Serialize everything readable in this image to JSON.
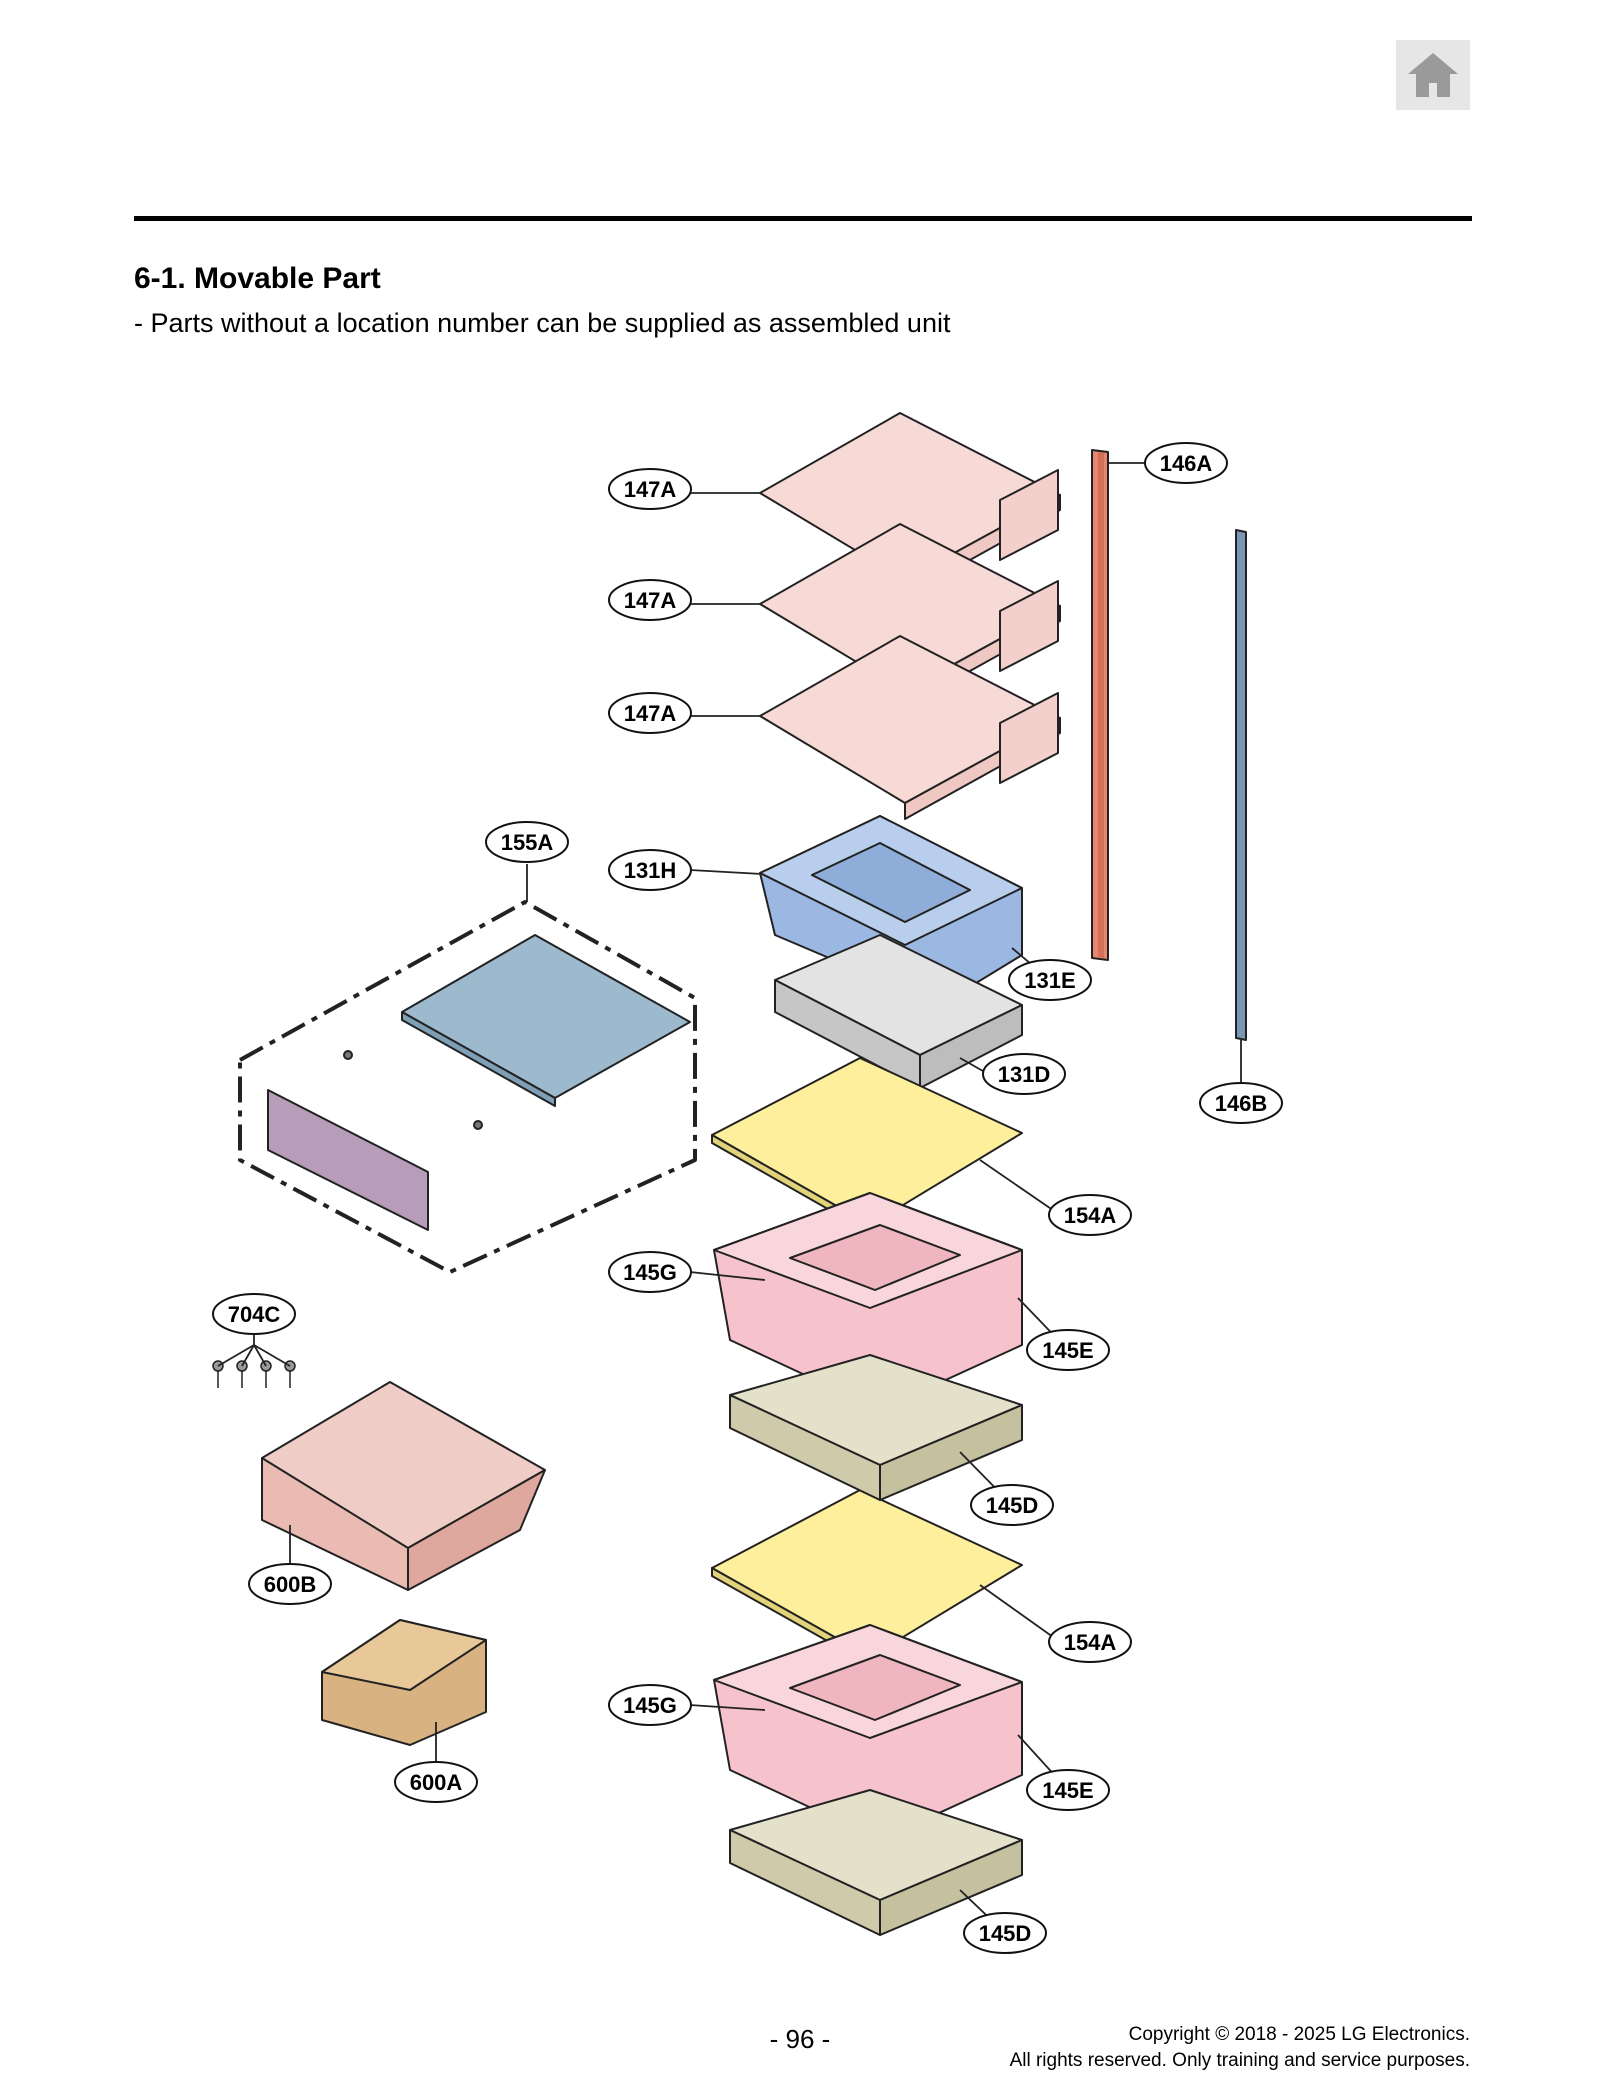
{
  "header": {
    "home_icon": "home-icon"
  },
  "section": {
    "title": "6-1. Movable Part",
    "note": "- Parts without a location number can be supplied as assembled unit"
  },
  "callouts": [
    {
      "id": "callout-147a-1",
      "label": "147A"
    },
    {
      "id": "callout-147a-2",
      "label": "147A"
    },
    {
      "id": "callout-147a-3",
      "label": "147A"
    },
    {
      "id": "callout-146a",
      "label": "146A"
    },
    {
      "id": "callout-146b",
      "label": "146B"
    },
    {
      "id": "callout-155a",
      "label": "155A"
    },
    {
      "id": "callout-131h",
      "label": "131H"
    },
    {
      "id": "callout-131e",
      "label": "131E"
    },
    {
      "id": "callout-131d",
      "label": "131D"
    },
    {
      "id": "callout-154a-1",
      "label": "154A"
    },
    {
      "id": "callout-145g-1",
      "label": "145G"
    },
    {
      "id": "callout-145e-1",
      "label": "145E"
    },
    {
      "id": "callout-145d-1",
      "label": "145D"
    },
    {
      "id": "callout-154a-2",
      "label": "154A"
    },
    {
      "id": "callout-145g-2",
      "label": "145G"
    },
    {
      "id": "callout-145e-2",
      "label": "145E"
    },
    {
      "id": "callout-145d-2",
      "label": "145D"
    },
    {
      "id": "callout-704c",
      "label": "704C"
    },
    {
      "id": "callout-600b",
      "label": "600B"
    },
    {
      "id": "callout-600a",
      "label": "600A"
    }
  ],
  "colors": {
    "shelf": "#f7d9d5",
    "rail_left": "#e8876f",
    "rail_right": "#7a98b6",
    "crisper_blue": "#9bb8e3",
    "tray_gray": "#d4d4d4",
    "cover_yellow": "#fdef9b",
    "drawer_pink": "#f6c3cc",
    "tray_khaki": "#d9d5b9",
    "glass_blue": "#9db9cd",
    "front_purple": "#b79dba",
    "bracket_pink": "#e9bbb3",
    "assembly_gold": "#d8b381"
  },
  "footer": {
    "page_number": "- 96 -",
    "copyright_line1": "Copyright © 2018 - 2025 LG Electronics.",
    "copyright_line2": "All rights reserved. Only training and service purposes."
  }
}
